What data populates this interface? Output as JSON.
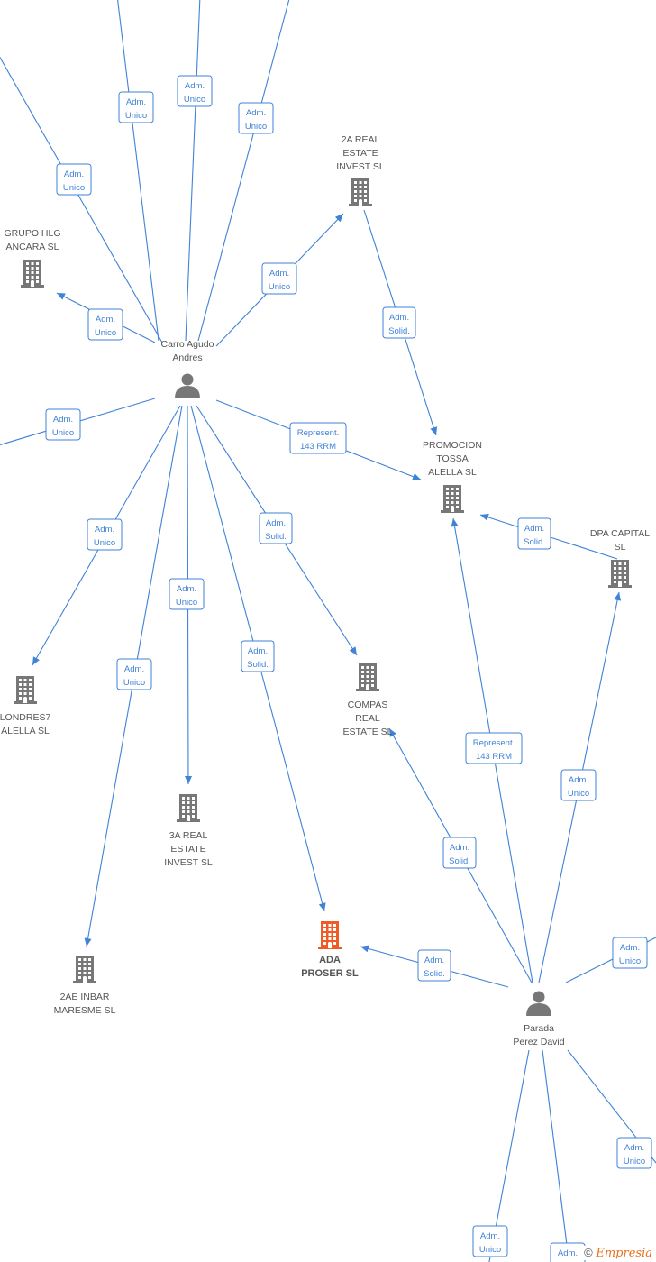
{
  "colors": {
    "edge": "#3f82d6",
    "company": "#777777",
    "focus_company": "#f05a24",
    "person": "#777777",
    "label_text": "#555555"
  },
  "nodes": [
    {
      "id": "carro",
      "type": "person",
      "lines": [
        "Carro Agudo",
        "Andres"
      ]
    },
    {
      "id": "parada",
      "type": "person",
      "lines": [
        "Parada",
        "Perez David"
      ]
    },
    {
      "id": "ada",
      "type": "company",
      "focus": true,
      "lines": [
        "ADA",
        "PROSER  SL"
      ]
    },
    {
      "id": "grupo",
      "type": "company",
      "lines": [
        "GRUPO HLG",
        "ANCARA  SL"
      ]
    },
    {
      "id": "a2",
      "type": "company",
      "lines": [
        "2A REAL",
        "ESTATE",
        "INVEST  SL"
      ]
    },
    {
      "id": "promo",
      "type": "company",
      "lines": [
        "PROMOCION",
        "TOSSA",
        "ALELLA  SL"
      ]
    },
    {
      "id": "dpa",
      "type": "company",
      "lines": [
        "DPA CAPITAL",
        "SL"
      ]
    },
    {
      "id": "londres",
      "type": "company",
      "lines": [
        "LONDRES7",
        "ALELLA  SL"
      ]
    },
    {
      "id": "compas",
      "type": "company",
      "lines": [
        "COMPAS",
        "REAL",
        "ESTATE  SL"
      ]
    },
    {
      "id": "a3",
      "type": "company",
      "lines": [
        "3A REAL",
        "ESTATE",
        "INVEST  SL"
      ]
    },
    {
      "id": "ae2",
      "type": "company",
      "lines": [
        "2AE INBAR",
        "MARESME  SL"
      ]
    }
  ],
  "edge_labels": [
    [
      "Adm.",
      "Unico"
    ],
    [
      "Adm.",
      "Unico"
    ],
    [
      "Adm.",
      "Unico"
    ],
    [
      "Adm.",
      "Unico"
    ],
    [
      "Adm.",
      "Unico"
    ],
    [
      "Adm.",
      "Unico"
    ],
    [
      "Adm.",
      "Unico"
    ],
    [
      "Represent.",
      "143 RRM"
    ],
    [
      "Adm.",
      "Unico"
    ],
    [
      "Adm.",
      "Solid."
    ],
    [
      "Adm.",
      "Unico"
    ],
    [
      "Adm.",
      "Unico"
    ],
    [
      "Adm.",
      "Solid."
    ],
    [
      "Adm.",
      "Solid."
    ],
    [
      "Adm.",
      "Solid."
    ],
    [
      "Represent.",
      "143 RRM"
    ],
    [
      "Adm.",
      "Unico"
    ],
    [
      "Adm.",
      "Solid."
    ],
    [
      "Adm.",
      "Solid."
    ],
    [
      "Adm.",
      "Unico"
    ],
    [
      "Adm.",
      "Unico"
    ],
    [
      "Adm.",
      "Unico"
    ],
    [
      "Adm.",
      "Unico"
    ]
  ],
  "footer": {
    "copyright": "©",
    "brand": "Empresia"
  }
}
